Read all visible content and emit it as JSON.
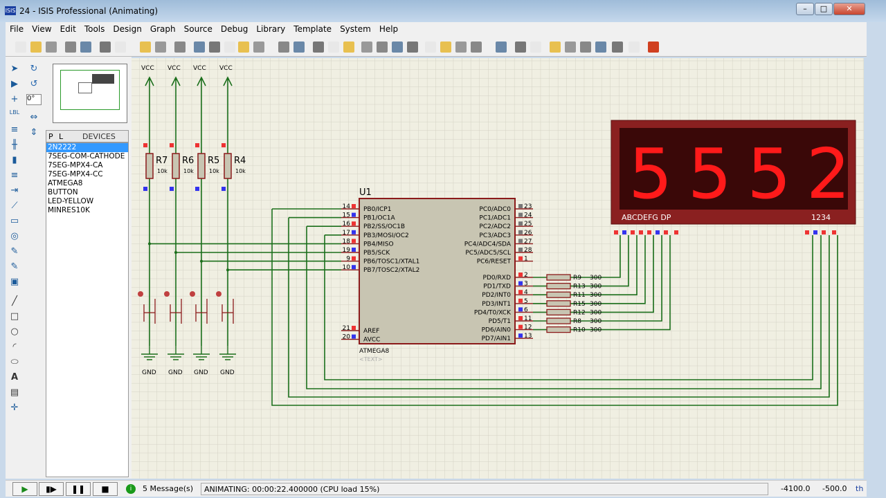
{
  "window": {
    "title": "24 - ISIS Professional (Animating)",
    "logo": "ISIS",
    "minimize": "–",
    "maximize": "□",
    "close": "✕"
  },
  "menu": [
    "File",
    "View",
    "Edit",
    "Tools",
    "Design",
    "Graph",
    "Source",
    "Debug",
    "Library",
    "Template",
    "System",
    "Help"
  ],
  "left_panel": {
    "rotation": "0°",
    "tab_p": "P",
    "tab_l": "L",
    "devices_label": "DEVICES",
    "devices": [
      "2N2222",
      "7SEG-COM-CATHODE",
      "7SEG-MPX4-CA",
      "7SEG-MPX4-CC",
      "ATMEGA8",
      "BUTTON",
      "LED-YELLOW",
      "MINRES10K"
    ],
    "selected_index": 0
  },
  "schematic": {
    "vcc": [
      "VCC",
      "VCC",
      "VCC",
      "VCC"
    ],
    "gnd": [
      "GND",
      "GND",
      "GND",
      "GND"
    ],
    "resistors": [
      {
        "ref": "R7",
        "val": "10k"
      },
      {
        "ref": "R6",
        "val": "10k"
      },
      {
        "ref": "R5",
        "val": "10k"
      },
      {
        "ref": "R4",
        "val": "10k"
      }
    ],
    "mcu": {
      "ref": "U1",
      "part": "ATMEGA8",
      "text": "<TEXT>",
      "left_pins": [
        {
          "n": "14",
          "name": "PB0/ICP1"
        },
        {
          "n": "15",
          "name": "PB1/OC1A"
        },
        {
          "n": "16",
          "name": "PB2/SS/OC1B"
        },
        {
          "n": "17",
          "name": "PB3/MOSI/OC2"
        },
        {
          "n": "18",
          "name": "PB4/MISO"
        },
        {
          "n": "19",
          "name": "PB5/SCK"
        },
        {
          "n": "9",
          "name": "PB6/TOSC1/XTAL1"
        },
        {
          "n": "10",
          "name": "PB7/TOSC2/XTAL2"
        }
      ],
      "left_pins2": [
        {
          "n": "21",
          "name": "AREF"
        },
        {
          "n": "20",
          "name": "AVCC"
        }
      ],
      "right_pins": [
        {
          "n": "23",
          "name": "PC0/ADC0"
        },
        {
          "n": "24",
          "name": "PC1/ADC1"
        },
        {
          "n": "25",
          "name": "PC2/ADC2"
        },
        {
          "n": "26",
          "name": "PC3/ADC3"
        },
        {
          "n": "27",
          "name": "PC4/ADC4/SDA"
        },
        {
          "n": "28",
          "name": "PC5/ADC5/SCL"
        },
        {
          "n": "1",
          "name": "PC6/RESET"
        }
      ],
      "right_pins2": [
        {
          "n": "2",
          "name": "PD0/RXD"
        },
        {
          "n": "3",
          "name": "PD1/TXD"
        },
        {
          "n": "4",
          "name": "PD2/INT0"
        },
        {
          "n": "5",
          "name": "PD3/INT1"
        },
        {
          "n": "6",
          "name": "PD4/T0/XCK"
        },
        {
          "n": "11",
          "name": "PD5/T1"
        },
        {
          "n": "12",
          "name": "PD6/AIN0"
        },
        {
          "n": "13",
          "name": "PD7/AIN1"
        }
      ]
    },
    "seg_resistors": {
      "labels": [
        "R9",
        "R13",
        "R11",
        "R15",
        "R12",
        "R8",
        "R10"
      ],
      "value": "300"
    },
    "display": {
      "digits": "5552",
      "segments_label": "ABCDEFG  DP",
      "digits_label": "1234",
      "color": "#ff1a1a"
    }
  },
  "status": {
    "messages": "5 Message(s)",
    "animating": "ANIMATING: 00:00:22.400000 (CPU load 15%)",
    "x": "-4100.0",
    "y": "-500.0",
    "unit": "th"
  }
}
